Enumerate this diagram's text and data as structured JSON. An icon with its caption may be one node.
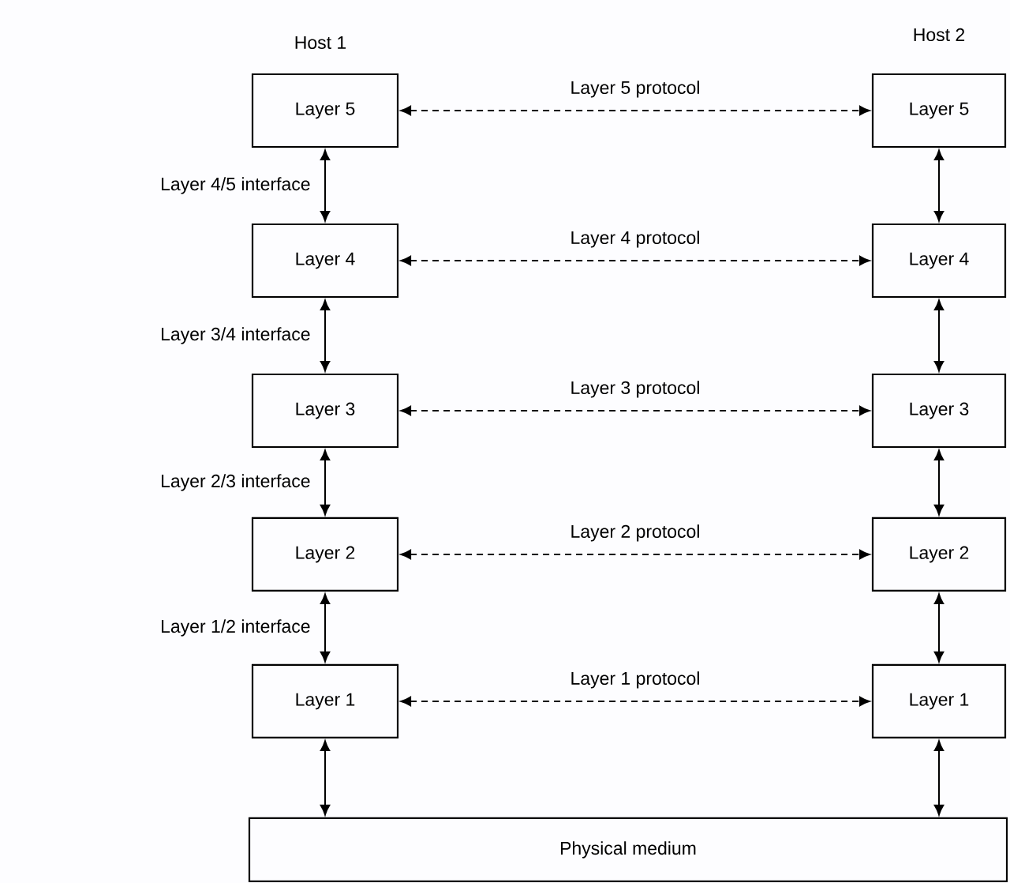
{
  "diagram": {
    "nodes": [
      {
        "text": [
          "Layer 5"
        ]
      },
      {
        "text": [
          "Layer 4"
        ]
      },
      {
        "text": [
          "Layer 3"
        ]
      },
      {
        "text": [
          "Layer 2"
        ]
      },
      {
        "text": [
          "Layer 1"
        ]
      },
      {
        "text": [
          "Layer 5"
        ]
      },
      {
        "text": [
          "Layer 4"
        ]
      },
      {
        "text": [
          "Layer 3"
        ]
      },
      {
        "text": [
          "Layer 2"
        ]
      },
      {
        "text": [
          "Layer 1"
        ]
      },
      {
        "text": [
          "Physical medium"
        ]
      }
    ],
    "edges": [
      {
        "from": 0,
        "to": 5,
        "arrow": "both",
        "style": "dashed",
        "label": "Layer 5 protocol"
      },
      {
        "from": 1,
        "to": 6,
        "arrow": "both",
        "style": "dashed",
        "label": "Layer 4 protocol"
      },
      {
        "from": 2,
        "to": 7,
        "arrow": "both",
        "style": "dashed",
        "label": "Layer 3 protocol"
      },
      {
        "from": 3,
        "to": 8,
        "arrow": "both",
        "style": "dashed",
        "label": "Layer 2 protocol"
      },
      {
        "from": 4,
        "to": 9,
        "arrow": "both",
        "style": "dashed",
        "label": "Layer 1 protocol"
      },
      {
        "from": 0,
        "to": 1,
        "arrow": "both",
        "label": "Layer 4/5 interface"
      },
      {
        "from": 1,
        "to": 2,
        "arrow": "both",
        "label": "Layer 3/4 interface"
      },
      {
        "from": 2,
        "to": 3,
        "arrow": "both",
        "label": "Layer 2/3 interface"
      },
      {
        "from": 3,
        "to": 4,
        "arrow": "both",
        "label": "Layer 1/2 interface"
      },
      {
        "from": 4,
        "to": 10,
        "arrow": "both"
      },
      {
        "from": 5,
        "to": 6,
        "arrow": "both"
      },
      {
        "from": 6,
        "to": 7,
        "arrow": "both"
      },
      {
        "from": 7,
        "to": 8,
        "arrow": "both"
      },
      {
        "from": 8,
        "to": 9,
        "arrow": "both"
      },
      {
        "from": 9,
        "to": 10,
        "arrow": "both"
      }
    ],
    "labels": [
      "Host 1",
      "Host 2"
    ]
  }
}
